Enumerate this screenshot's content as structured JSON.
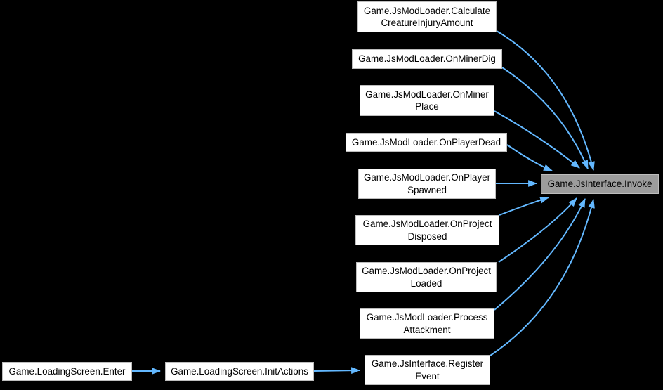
{
  "graph": {
    "type": "call-graph",
    "colors": {
      "background": "#000000",
      "edge": "#63B8FF",
      "node_fill": "#FFFFFF",
      "node_border": "#BEBEBE",
      "focus_fill": "#9C9C9C",
      "text": "#000000"
    },
    "nodes": [
      {
        "id": "calculate-creature-injury-amount",
        "lines": [
          "Game.JsModLoader.Calculate",
          "CreatureInjuryAmount"
        ]
      },
      {
        "id": "on-miner-dig",
        "lines": [
          "Game.JsModLoader.OnMinerDig"
        ]
      },
      {
        "id": "on-miner-place",
        "lines": [
          "Game.JsModLoader.OnMiner",
          "Place"
        ]
      },
      {
        "id": "on-player-dead",
        "lines": [
          "Game.JsModLoader.OnPlayerDead"
        ]
      },
      {
        "id": "on-player-spawned",
        "lines": [
          "Game.JsModLoader.OnPlayer",
          "Spawned"
        ]
      },
      {
        "id": "on-project-disposed",
        "lines": [
          "Game.JsModLoader.OnProject",
          "Disposed"
        ]
      },
      {
        "id": "on-project-loaded",
        "lines": [
          "Game.JsModLoader.OnProject",
          "Loaded"
        ]
      },
      {
        "id": "process-attackment",
        "lines": [
          "Game.JsModLoader.Process",
          "Attackment"
        ]
      },
      {
        "id": "register-event",
        "lines": [
          "Game.JsInterface.Register",
          "Event"
        ]
      },
      {
        "id": "invoke",
        "lines": [
          "Game.JsInterface.Invoke"
        ],
        "focus": true
      },
      {
        "id": "loading-screen-enter",
        "lines": [
          "Game.LoadingScreen.Enter"
        ]
      },
      {
        "id": "loading-screen-init-actions",
        "lines": [
          "Game.LoadingScreen.InitActions"
        ]
      }
    ],
    "edges": [
      {
        "from": "calculate-creature-injury-amount",
        "to": "invoke"
      },
      {
        "from": "on-miner-dig",
        "to": "invoke"
      },
      {
        "from": "on-miner-place",
        "to": "invoke"
      },
      {
        "from": "on-player-dead",
        "to": "invoke"
      },
      {
        "from": "on-player-spawned",
        "to": "invoke"
      },
      {
        "from": "on-project-disposed",
        "to": "invoke"
      },
      {
        "from": "on-project-loaded",
        "to": "invoke"
      },
      {
        "from": "process-attackment",
        "to": "invoke"
      },
      {
        "from": "register-event",
        "to": "invoke"
      },
      {
        "from": "loading-screen-enter",
        "to": "loading-screen-init-actions"
      },
      {
        "from": "loading-screen-init-actions",
        "to": "register-event"
      }
    ]
  }
}
